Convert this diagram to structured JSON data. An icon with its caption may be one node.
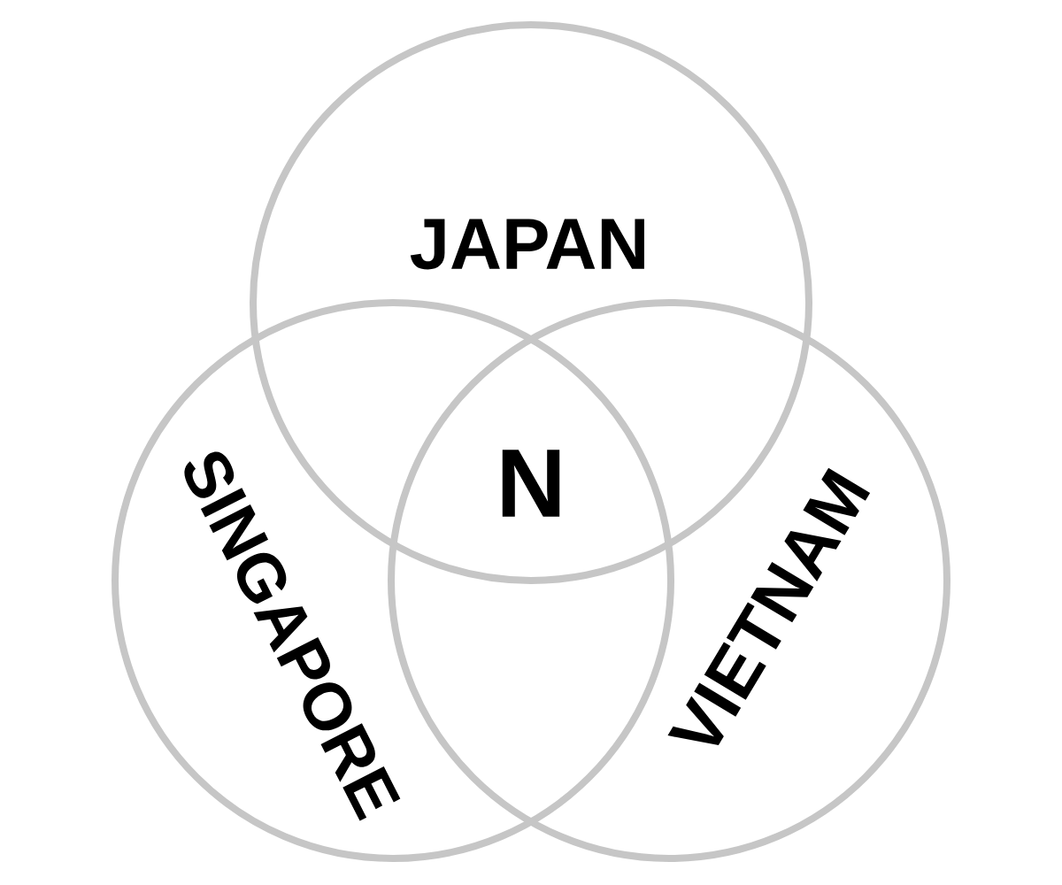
{
  "diagram": {
    "nodes": [
      {
        "text": [
          "JAPAN"
        ]
      },
      {
        "text": [
          "SINGAPORE"
        ]
      },
      {
        "text": [
          "VIETNAM"
        ]
      }
    ],
    "labels": [
      "N"
    ]
  }
}
